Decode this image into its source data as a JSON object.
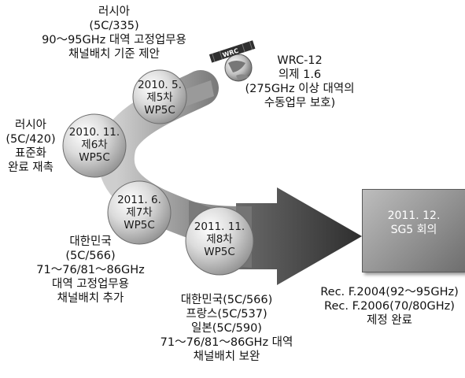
{
  "stages": [
    {
      "date": "2010. 5.",
      "meeting": "제5차",
      "group": "WP5C"
    },
    {
      "date": "2010. 11.",
      "meeting": "제6차",
      "group": "WP5C"
    },
    {
      "date": "2011. 6.",
      "meeting": "제7차",
      "group": "WP5C"
    },
    {
      "date": "2011. 11.",
      "meeting": "제8차",
      "group": "WP5C"
    }
  ],
  "sg5": {
    "date": "2011. 12.",
    "title": "SG5 회의"
  },
  "notes": {
    "russia_335": [
      "러시아",
      "(5C/335)",
      "90～95GHz 대역 고정업무용",
      "채널배치 기준 제안"
    ],
    "wrc": [
      "WRC-12",
      "의제 1.6",
      "(275GHz 이상 대역의",
      "수동업무 보호)"
    ],
    "russia_420": [
      "러시아",
      "(5C/420)",
      "표준화",
      "완료 재촉"
    ],
    "korea_566": [
      "대한민국",
      "(5C/566)",
      "71～76/81～86GHz",
      "대역 고정업무용",
      "채널배치 추가"
    ],
    "joint": [
      "대한민국(5C/566)",
      "프랑스(5C/537)",
      "일본(5C/590)",
      "71～76/81～86GHz 대역",
      "채널배치 보완"
    ],
    "rec": [
      "Rec. F.2004(92～95GHz)",
      "Rec. F.2006(70/80GHz)",
      "제정 완료"
    ]
  },
  "satellite_label": "WRC"
}
